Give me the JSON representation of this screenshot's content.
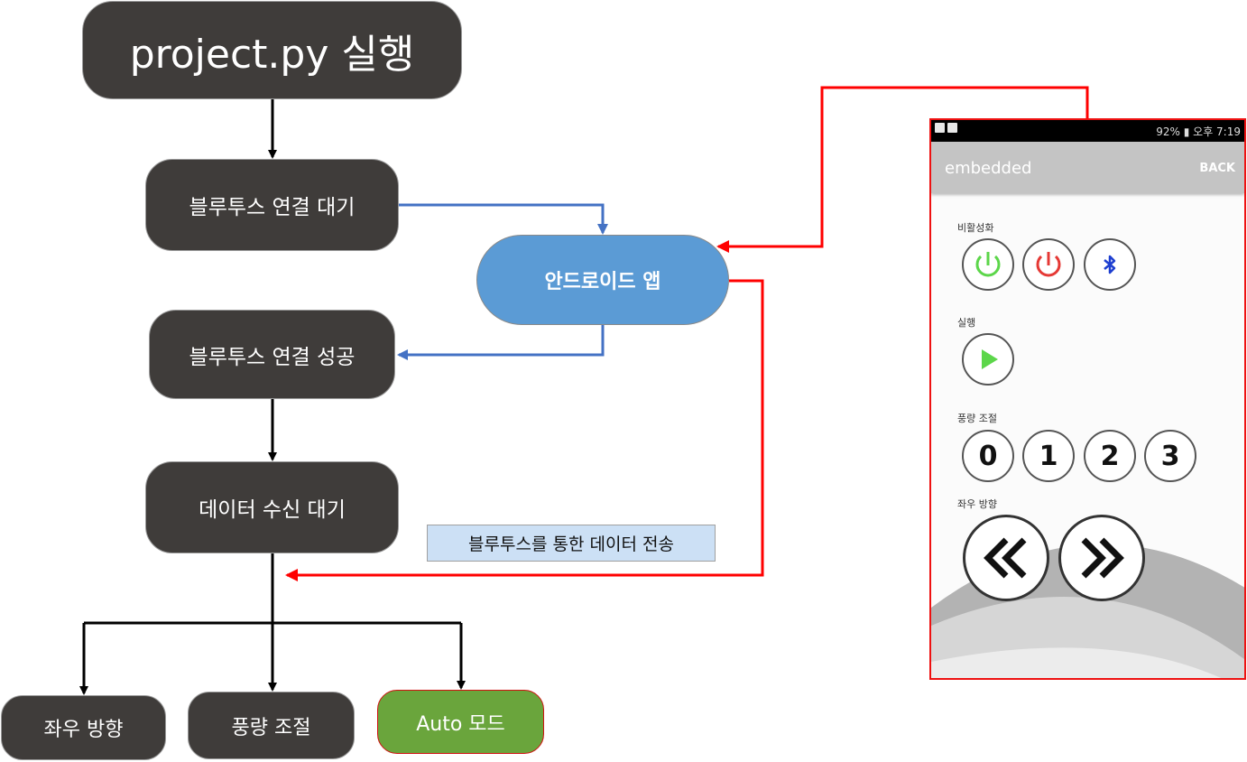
{
  "nodes": {
    "start": "project.py 실행",
    "wait": "블루투스 연결 대기",
    "success": "블루투스 연결 성공",
    "data_wait": "데이터 수신 대기",
    "left_right": "좌우 방향",
    "wind": "풍량 조절",
    "auto": "Auto 모드",
    "app": "안드로이드 앱"
  },
  "edge_label": "블루투스를 통한 데이터 전송",
  "colors": {
    "node": "#3f3c3a",
    "app": "#5b9bd5",
    "auto": "#6aa53c",
    "blue_arrow": "#4472c4",
    "red_arrow": "#ff0000"
  },
  "phone": {
    "status": {
      "right": "92% ▮ 오후 7:19"
    },
    "appbar": {
      "title": "embedded",
      "back": "BACK"
    },
    "sections": {
      "activate": "비활성화",
      "run": "실행",
      "wind": "풍량 조절",
      "direction": "좌우 방향"
    },
    "wind_levels": [
      "0",
      "1",
      "2",
      "3"
    ],
    "icons": [
      "power-on-icon",
      "power-off-icon",
      "bluetooth-icon",
      "play-icon",
      "double-chevron-left-icon",
      "double-chevron-right-icon"
    ]
  }
}
